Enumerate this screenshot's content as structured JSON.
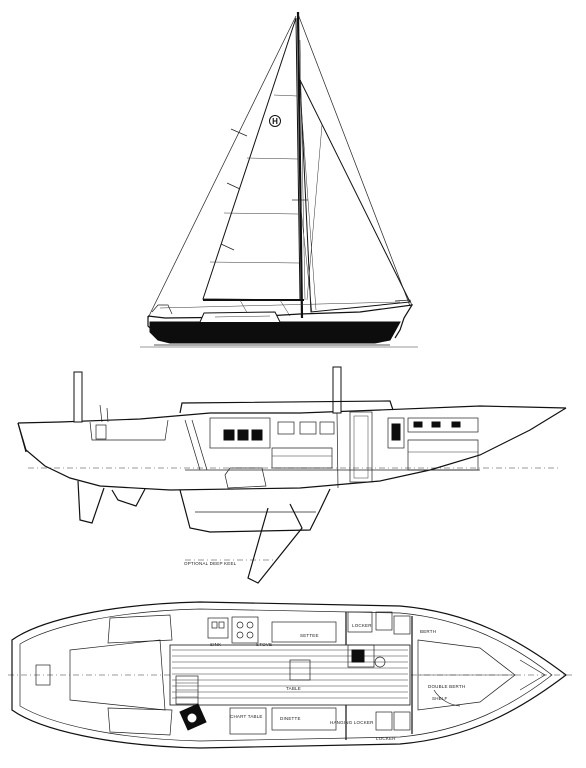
{
  "drawing": {
    "sail_insignia": "H",
    "interior_labels": [
      "SETTEE",
      "BERTH",
      "HANGING LOCKER",
      "DOUBLE BERTH",
      "DINETTE",
      "LOCKER",
      "SHELF",
      "SINK",
      "STOVE",
      "TABLE",
      "CHART TABLE",
      "LOCKER"
    ],
    "option_label": "OPTIONAL DEEP KEEL"
  }
}
